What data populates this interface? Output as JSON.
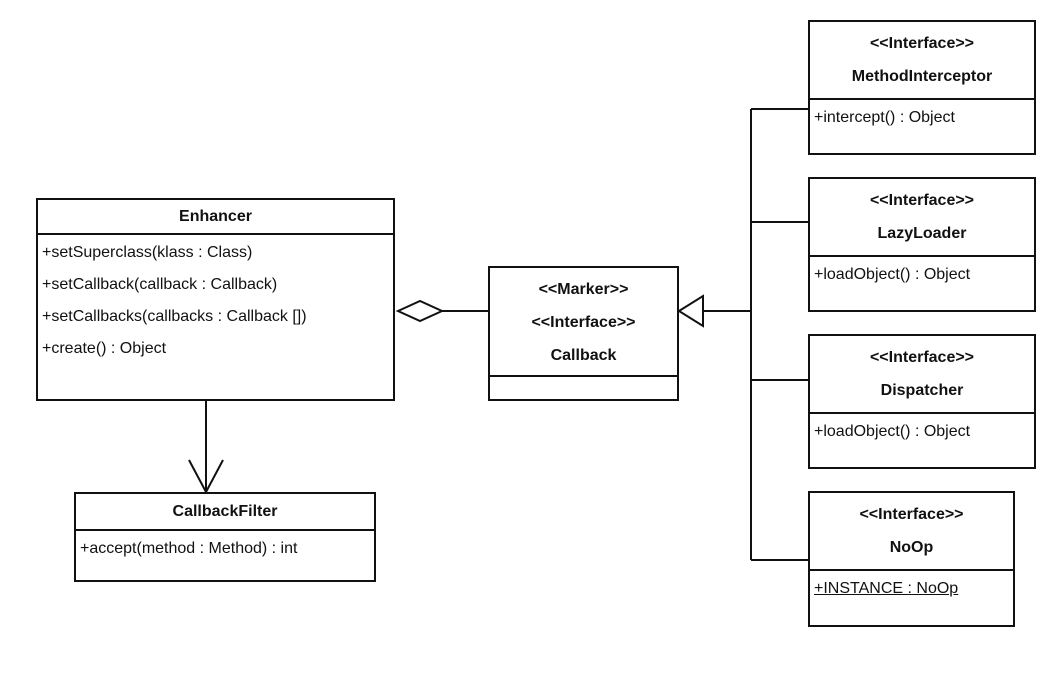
{
  "classes": {
    "enhancer": {
      "name": "Enhancer",
      "methods": [
        "+setSuperclass(klass : Class)",
        "+setCallback(callback : Callback)",
        "+setCallbacks(callbacks : Callback [])",
        "+create() : Object"
      ]
    },
    "callback_filter": {
      "name": "CallbackFilter",
      "methods": [
        "+accept(method : Method) : int"
      ]
    },
    "callback": {
      "stereotypes": [
        "<<Marker>>",
        "<<Interface>>"
      ],
      "name": "Callback"
    },
    "method_interceptor": {
      "stereotype": "<<Interface>>",
      "name": "MethodInterceptor",
      "methods": [
        "+intercept() : Object"
      ]
    },
    "lazy_loader": {
      "stereotype": "<<Interface>>",
      "name": "LazyLoader",
      "methods": [
        "+loadObject() : Object"
      ]
    },
    "dispatcher": {
      "stereotype": "<<Interface>>",
      "name": "Dispatcher",
      "methods": [
        "+loadObject() : Object"
      ]
    },
    "noop": {
      "stereotype": "<<Interface>>",
      "name": "NoOp",
      "attributes": [
        "+INSTANCE : NoOp"
      ]
    }
  },
  "relations": [
    {
      "type": "aggregation",
      "from": "enhancer",
      "to": "callback"
    },
    {
      "type": "association",
      "from": "enhancer",
      "to": "callback_filter"
    },
    {
      "type": "realization",
      "from": "method_interceptor",
      "to": "callback"
    },
    {
      "type": "realization",
      "from": "lazy_loader",
      "to": "callback"
    },
    {
      "type": "realization",
      "from": "dispatcher",
      "to": "callback"
    },
    {
      "type": "realization",
      "from": "noop",
      "to": "callback"
    }
  ]
}
